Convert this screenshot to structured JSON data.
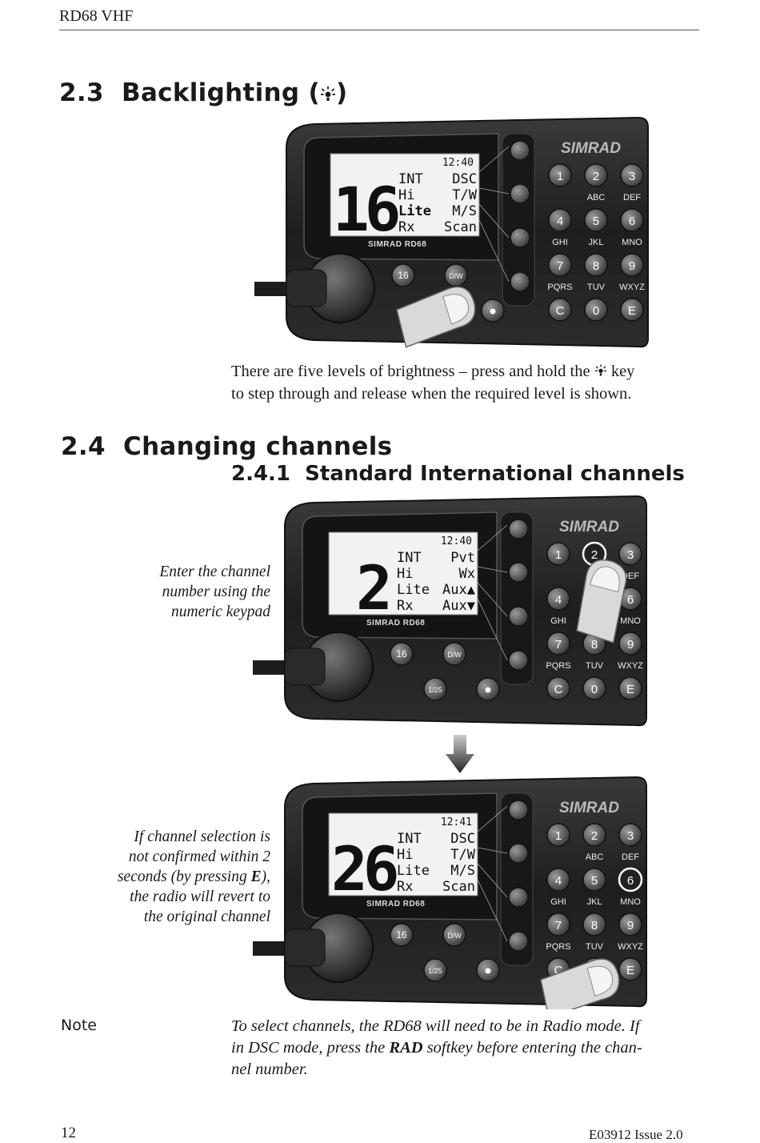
{
  "header": {
    "running_title": "RD68 VHF"
  },
  "section_23": {
    "number": "2.3",
    "title": "Backlighting (",
    "title_close": ")",
    "body_line1_a": "There are five levels of brightness – press and hold the",
    "body_line1_b": "key",
    "body_line2": "to step through and release when the required level is shown."
  },
  "section_24": {
    "number": "2.4",
    "title": "Changing channels",
    "sub_number": "2.4.1",
    "sub_title": "Standard International channels",
    "caption_top": [
      "Enter the channel",
      "number using the",
      "numeric keypad"
    ],
    "caption_bottom_l1": "If channel selection is",
    "caption_bottom_l2": "not confirmed within 2",
    "caption_bottom_l3a": "seconds (by pressing ",
    "caption_bottom_l3b": "E",
    "caption_bottom_l3c": "),",
    "caption_bottom_l4": "the radio will revert to",
    "caption_bottom_l5": "the original channel"
  },
  "radio_common": {
    "brand": "SIMRAD",
    "model": "SIMRAD RD68",
    "key_16": "16",
    "key_dw": "D/W",
    "key_125": "1/25",
    "keys": [
      {
        "d": "1",
        "l": ""
      },
      {
        "d": "2",
        "l": "ABC"
      },
      {
        "d": "3",
        "l": "DEF"
      },
      {
        "d": "4",
        "l": "GHI"
      },
      {
        "d": "5",
        "l": "JKL"
      },
      {
        "d": "6",
        "l": "MNO"
      },
      {
        "d": "7",
        "l": "PQRS"
      },
      {
        "d": "8",
        "l": "TUV"
      },
      {
        "d": "9",
        "l": "WXYZ"
      },
      {
        "d": "C",
        "l": ""
      },
      {
        "d": "0",
        "l": ""
      },
      {
        "d": "E",
        "l": ""
      }
    ]
  },
  "radio_1": {
    "time": "12:40",
    "channel": "16",
    "left": [
      "INT",
      "Hi",
      "Lite",
      "Rx"
    ],
    "right": [
      "DSC",
      "T/W",
      "M/S",
      "Scan"
    ]
  },
  "radio_2": {
    "time": "12:40",
    "channel": "2",
    "left": [
      "INT",
      "Hi",
      "Lite",
      "Rx"
    ],
    "right": [
      "Pvt",
      "Wx",
      "Aux▲",
      "Aux▼"
    ]
  },
  "radio_3": {
    "time": "12:41",
    "channel": "26",
    "left": [
      "INT",
      "Hi",
      "Lite",
      "Rx"
    ],
    "right": [
      "DSC",
      "T/W",
      "M/S",
      "Scan"
    ]
  },
  "note": {
    "label": "Note",
    "line1": "To select channels, the RD68 will need to be in Radio mode. If",
    "line2a": "in DSC mode, press the ",
    "line2b": "RAD",
    "line2c": " softkey before entering the chan-",
    "line3": "nel number."
  },
  "footer": {
    "page_number": "12",
    "doc_id": "E03912  Issue 2.0"
  }
}
